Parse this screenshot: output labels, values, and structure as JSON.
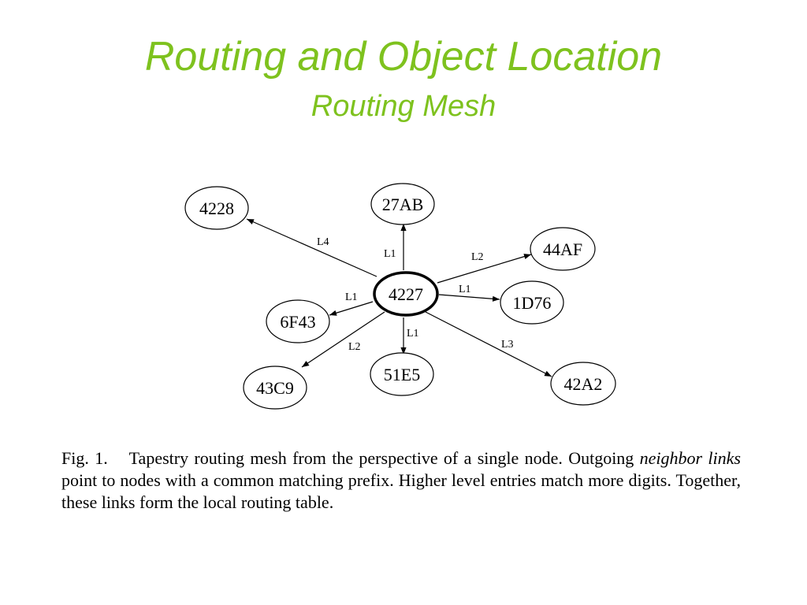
{
  "slide": {
    "title": "Routing and Object Location",
    "subtitle": "Routing Mesh"
  },
  "diagram": {
    "center": "4227",
    "nodes": [
      "4228",
      "27AB",
      "44AF",
      "1D76",
      "42A2",
      "51E5",
      "43C9",
      "6F43"
    ],
    "edges": [
      {
        "to": "4228",
        "label": "L4"
      },
      {
        "to": "27AB",
        "label": "L1"
      },
      {
        "to": "44AF",
        "label": "L2"
      },
      {
        "to": "1D76",
        "label": "L1"
      },
      {
        "to": "42A2",
        "label": "L3"
      },
      {
        "to": "51E5",
        "label": "L1"
      },
      {
        "to": "43C9",
        "label": "L2"
      },
      {
        "to": "6F43",
        "label": "L1"
      }
    ]
  },
  "caption": {
    "figure": "Fig. 1.",
    "text_before": "Tapestry routing mesh from the perspective of a single node. Outgoing",
    "emphasis": "neighbor links",
    "text_after": "point to nodes with a common matching prefix. Higher level entries match more digits. Together, these links form the local routing table."
  }
}
